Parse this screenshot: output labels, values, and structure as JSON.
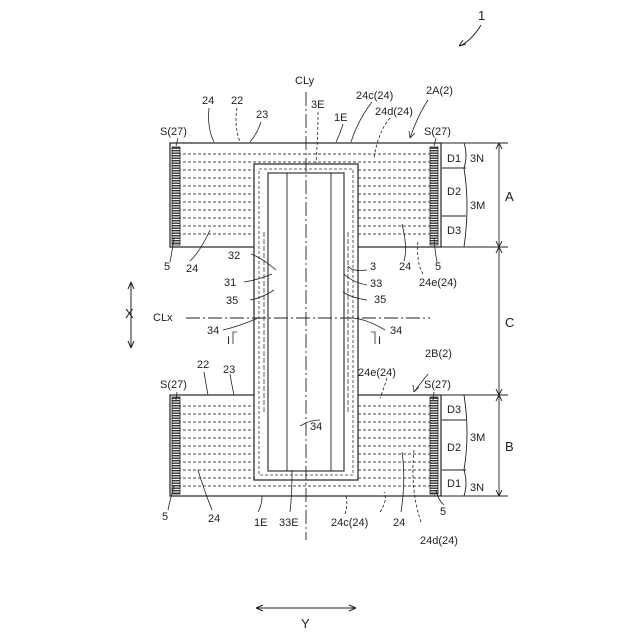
{
  "figure_number": "1",
  "labels": {
    "cly": "CLy",
    "clx": "CLx",
    "axis_x": "X",
    "axis_y": "Y",
    "ref_2a": "2A(2)",
    "ref_2b": "2B(2)",
    "ref_s27": "S(27)",
    "ref_24": "24",
    "ref_22": "22",
    "ref_23": "23",
    "ref_3e": "3E",
    "ref_1e": "1E",
    "ref_24c": "24c(24)",
    "ref_24d": "24d(24)",
    "ref_24e": "24e(24)",
    "ref_5": "5",
    "ref_32": "32",
    "ref_31": "31",
    "ref_35": "35",
    "ref_34": "34",
    "ref_3": "3",
    "ref_33": "33",
    "ref_33e": "33E",
    "ref_i": "I",
    "d1": "D1",
    "d2": "D2",
    "d3": "D3",
    "n3": "3N",
    "m3": "3M",
    "region_a": "A",
    "region_b": "B",
    "region_c": "C"
  }
}
